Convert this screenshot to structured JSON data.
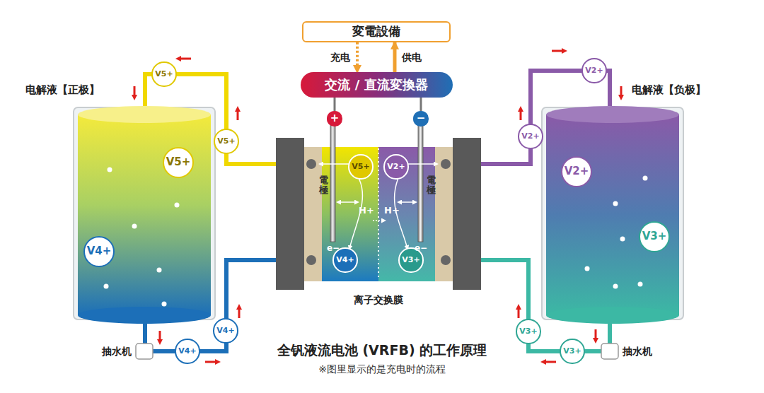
{
  "diagram": {
    "title": "全钒液流电池 (VRFB) 的工作原理",
    "caption": "※图里显示的是充电时的流程",
    "nodes": [
      {
        "text": [
          "変電設備"
        ]
      },
      {
        "text": [
          "交流 / 直流変換器"
        ]
      },
      {
        "text": [
          "+"
        ]
      },
      {
        "text": [
          "−"
        ]
      },
      {
        "text": [
          "V5+"
        ]
      },
      {
        "text": [
          "V2+"
        ]
      },
      {
        "text": [
          "V5+"
        ]
      },
      {
        "text": [
          "V2+"
        ]
      },
      {
        "text": [
          "V5+"
        ]
      },
      {
        "text": [
          "V5+"
        ]
      },
      {
        "text": [
          "V2+"
        ]
      },
      {
        "text": [
          "V2+"
        ]
      },
      {
        "text": [
          "V4+"
        ]
      },
      {
        "text": [
          "V3+"
        ]
      },
      {
        "text": [
          "V4+"
        ]
      },
      {
        "text": [
          "V3+"
        ]
      },
      {
        "text": [
          "V4+"
        ]
      },
      {
        "text": [
          "V3+"
        ]
      },
      {
        "text": [
          "V4+"
        ]
      },
      {
        "text": [
          "V3+"
        ]
      }
    ],
    "edges": [
      {
        "from": 0,
        "to": 1,
        "label": "充电",
        "arrow": "to"
      },
      {
        "from": 1,
        "to": 0,
        "label": "供电",
        "arrow": "to"
      },
      {
        "from": 1,
        "to": 2,
        "arrow": "none"
      },
      {
        "from": 1,
        "to": 3,
        "arrow": "none"
      }
    ],
    "labels": [
      "电解液【正极】",
      "电解液【负极】",
      "電極",
      "電極",
      "H+",
      "H+",
      "e−",
      "e−",
      "离子交换膜",
      "抽水机",
      "抽水机"
    ]
  }
}
